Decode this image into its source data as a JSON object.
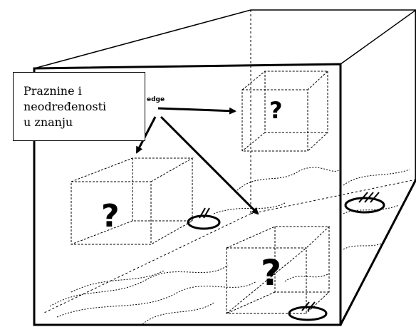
{
  "label": {
    "lines": [
      "Praznine i",
      "neodređenosti",
      "u znanju"
    ]
  },
  "arrow_fragment": "edge",
  "question_marks": [
    "?",
    "?",
    "?"
  ],
  "colors": {
    "stroke": "#000000",
    "background": "#ffffff"
  }
}
